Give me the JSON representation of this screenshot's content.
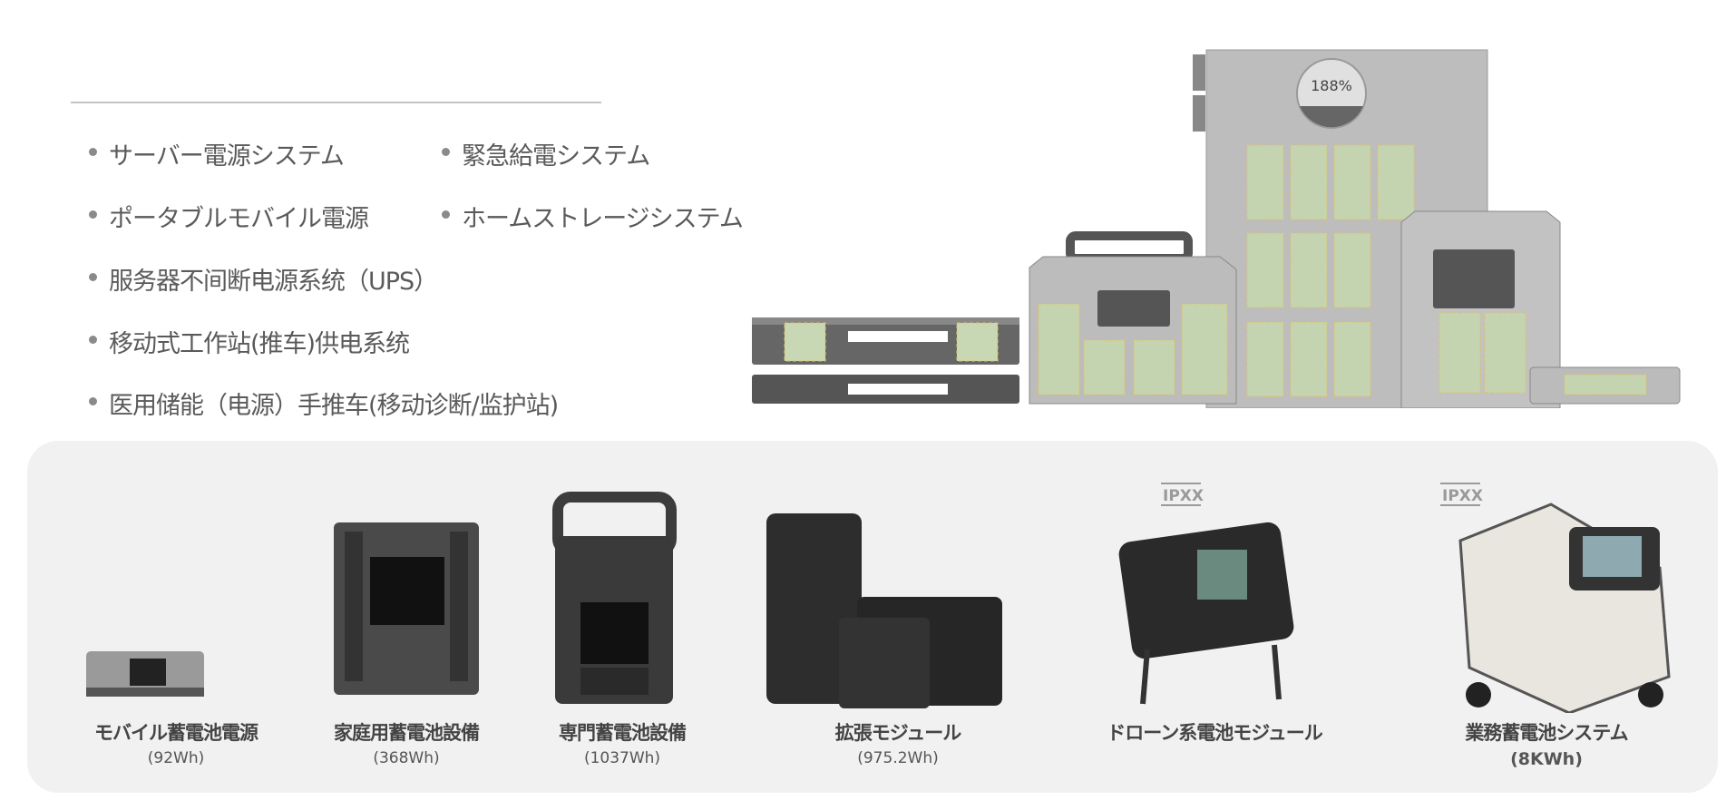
{
  "applications": [
    "サーバー電源システム",
    "緊急給電システム",
    "ポータブルモバイル電源",
    "ホームストレージシステム",
    "服务器不间断电源系统（UPS）",
    "移动式工作站(推车)供电系统",
    "医用储能（电源）手推车(移动诊断/监护站)"
  ],
  "illustration": {
    "display_readout": "188%"
  },
  "products": [
    {
      "name": "モバイル蓄電池電源",
      "capacity": "(92Wh)"
    },
    {
      "name": "家庭用蓄電池設備",
      "capacity": "(368Wh)"
    },
    {
      "name": "専門蓄電池設備",
      "capacity": "(1037Wh)"
    },
    {
      "name": "拡張モジュール",
      "capacity": "(975.2Wh)"
    },
    {
      "name": "ドローン系電池モジュール",
      "capacity": ""
    },
    {
      "name": "業務蓄電池システム",
      "capacity": "(8KWh)"
    }
  ],
  "badges": {
    "ip_rating": "IPXX"
  }
}
